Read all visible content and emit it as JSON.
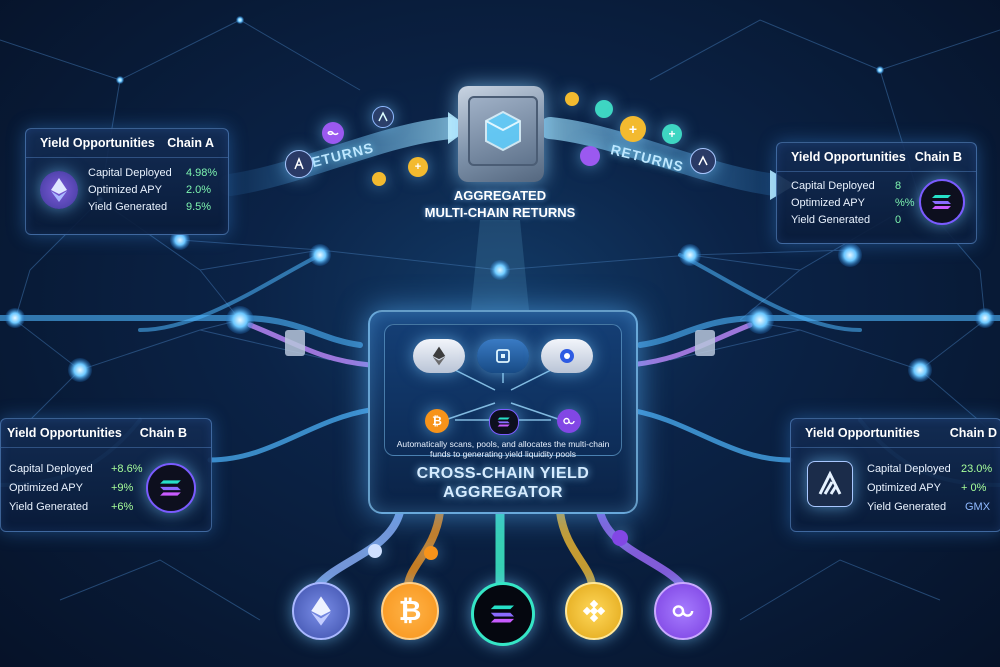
{
  "top_left_panel": {
    "title": "Yield Opportunities",
    "chain": "Chain A",
    "rows": [
      {
        "label": "Capital Deployed",
        "value": "4.98%"
      },
      {
        "label": "Optimized APY",
        "value": "2.0%"
      },
      {
        "label": "Yield Generated",
        "value": "9.5%"
      }
    ],
    "icon": "ethereum-icon"
  },
  "top_right_panel": {
    "title": "Yield Opportunities",
    "chain": "Chain B",
    "rows": [
      {
        "label": "Capital Deployed",
        "value": "8"
      },
      {
        "label": "Optimized APY",
        "value": "%%"
      },
      {
        "label": "Yield Generated",
        "value": "0"
      }
    ],
    "icon": "solana-icon"
  },
  "mid_left_panel": {
    "title": "Yield Opportunities",
    "chain": "Chain B",
    "rows": [
      {
        "label": "Capital Deployed",
        "value": "+8.6%"
      },
      {
        "label": "Optimized APY",
        "value": "+9%"
      },
      {
        "label": "Yield Generated",
        "value": "+6%"
      }
    ],
    "icon": "solana-icon"
  },
  "mid_right_panel": {
    "title": "Yield Opportunities",
    "chain": "Chain D",
    "rows": [
      {
        "label": "Capital Deployed",
        "value": "23.0%"
      },
      {
        "label": "Optimized APY",
        "value": "+ 0%"
      },
      {
        "label": "Yield Generated",
        "value": "GMX"
      }
    ],
    "icon": "arbitrum-icon"
  },
  "vault": {
    "title_line1": "AGGREGATED",
    "title_line2": "MULTI-CHAIN RETURNS",
    "icon": "vault-icon"
  },
  "returns_left": "RETURNS",
  "returns_right": "RETURNS",
  "hub": {
    "description": "Automatically scans, pools, and allocates the multi-chain funds to generating yield liquidity pools",
    "title_line1": "CROSS-CHAIN YIELD",
    "title_line2": "AGGREGATOR",
    "nodes": [
      "ethereum-icon",
      "chip-icon",
      "chain-link-icon",
      "bitcoin-icon",
      "solana-icon",
      "polygon-icon"
    ]
  },
  "bottom_coins": [
    "ethereum-icon",
    "bitcoin-icon",
    "solana-icon",
    "binance-icon",
    "polygon-icon"
  ],
  "colors": {
    "background": "#081a36",
    "glow": "#5ab4ff",
    "value_green": "#7ef5b0",
    "bitcoin": "#f7931a",
    "binance": "#f3ba2f",
    "polygon": "#8247e5",
    "ethereum": "#6f7fd8",
    "solana": "#14f195"
  }
}
